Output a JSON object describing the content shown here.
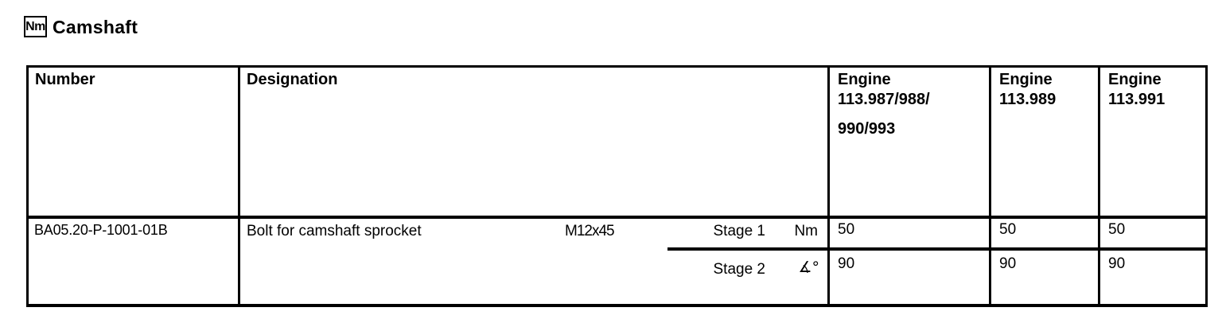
{
  "header": {
    "nm_badge": "Nm",
    "title": "Camshaft"
  },
  "table": {
    "columns": {
      "number_label": "Number",
      "designation_label": "Designation",
      "engines": [
        {
          "line1": "Engine",
          "line2": "113.987/988/",
          "line3": "990/993"
        },
        {
          "line1": "Engine",
          "line2": "113.989"
        },
        {
          "line1": "Engine",
          "line2": "113.991"
        }
      ]
    },
    "row": {
      "number": "BA05.20-P-1001-01B",
      "designation": "Bolt for camshaft sprocket",
      "thread_size": "M12x45",
      "stages": [
        {
          "label": "Stage 1",
          "unit": "Nm",
          "engine_values": [
            "50",
            "50",
            "50"
          ]
        },
        {
          "label": "Stage 2",
          "unit": "∡°",
          "engine_values": [
            "90",
            "90",
            "90"
          ]
        }
      ]
    }
  },
  "colors": {
    "text": "#000000",
    "border": "#000000",
    "background": "#ffffff"
  }
}
